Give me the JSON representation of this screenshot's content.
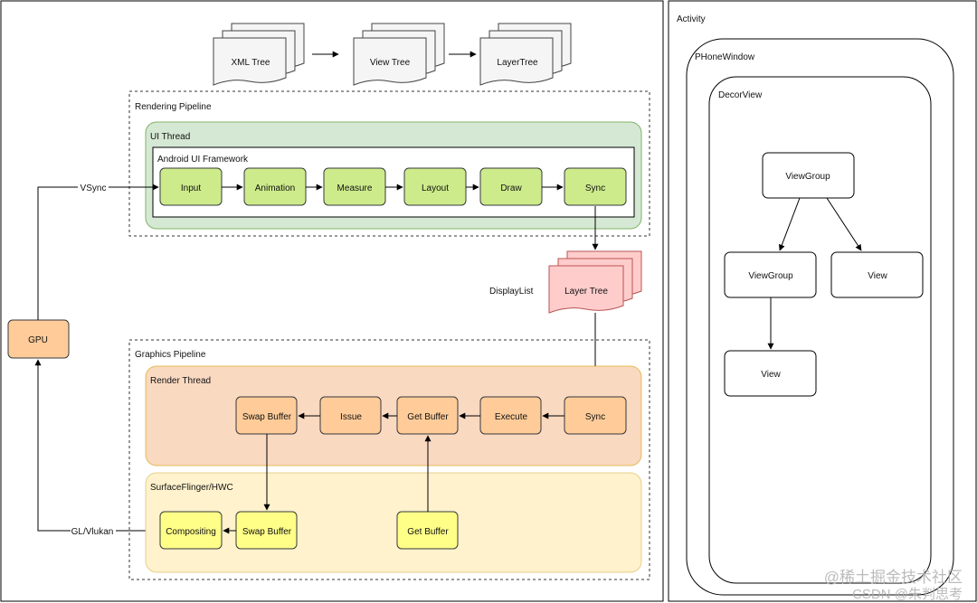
{
  "trees": [
    "XML Tree",
    "View Tree",
    "LayerTree"
  ],
  "rendering_pipeline": {
    "title": "Rendering Pipeline",
    "ui_thread": "UI Thread",
    "framework": "Android UI Framework",
    "steps": [
      "Input",
      "Animation",
      "Measure",
      "Layout",
      "Draw",
      "Sync"
    ]
  },
  "vsync_label": "VSync",
  "gpu_label": "GPU",
  "gl_label": "GL/Vlukan",
  "display_list_label": "DisplayList",
  "layer_tree_label": "Layer Tree",
  "graphics_pipeline": {
    "title": "Graphics Pipeline",
    "render_thread": "Render Thread",
    "render_steps": [
      "Swap Buffer",
      "Issue",
      "Get Buffer",
      "Execute",
      "Sync"
    ],
    "surface_flinger": "SurfaceFlinger/HWC",
    "sf_steps": [
      "Compositing",
      "Swap Buffer",
      "Get Buffer"
    ]
  },
  "activity": {
    "title": "Activity",
    "window": "PHoneWindow",
    "decor": "DecorView",
    "root_group": "ViewGroup",
    "child_group": "ViewGroup",
    "child_view": "View",
    "grandchild_view": "View"
  },
  "watermark": {
    "line1": "@稀土掘金技术社区",
    "line2": "CSDN @朱判思考"
  },
  "colors": {
    "green_step": "#cdeb8b",
    "green_panel": "#d5e8d4",
    "orange_step": "#ffcc99",
    "orange_panel": "#fad9c1",
    "yellow_step": "#ffff88",
    "yellow_panel": "#fff2cc",
    "pink": "#ffcccc",
    "doc_gray": "#f5f5f5"
  }
}
